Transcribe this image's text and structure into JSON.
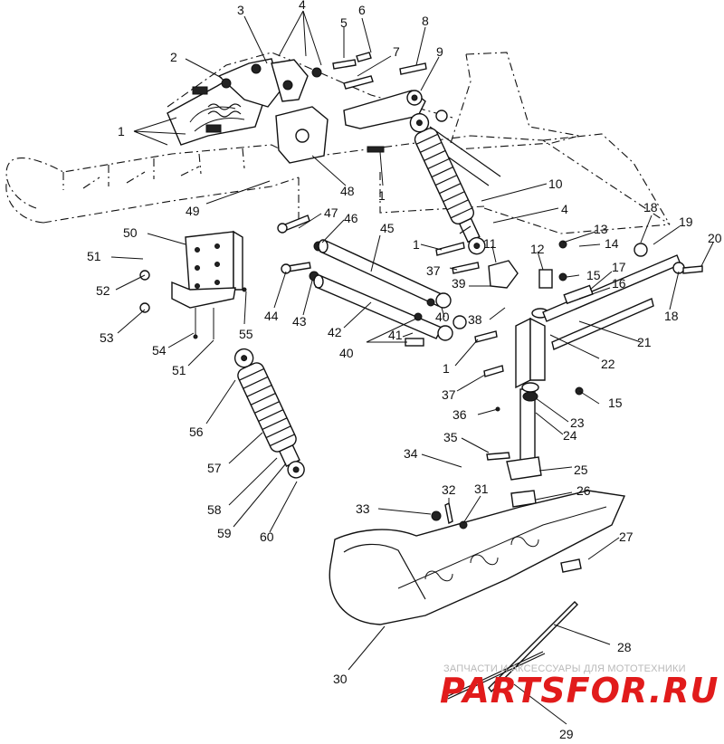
{
  "labels": [
    {
      "id": "1a",
      "text": "1"
    },
    {
      "id": "2",
      "text": "2"
    },
    {
      "id": "3",
      "text": "3"
    },
    {
      "id": "4a",
      "text": "4"
    },
    {
      "id": "5",
      "text": "5"
    },
    {
      "id": "6",
      "text": "6"
    },
    {
      "id": "7",
      "text": "7"
    },
    {
      "id": "8",
      "text": "8"
    },
    {
      "id": "9",
      "text": "9"
    },
    {
      "id": "48",
      "text": "48"
    },
    {
      "id": "1b",
      "text": "1"
    },
    {
      "id": "49",
      "text": "49"
    },
    {
      "id": "10",
      "text": "10"
    },
    {
      "id": "4b",
      "text": "4"
    },
    {
      "id": "1c",
      "text": "1"
    },
    {
      "id": "13",
      "text": "13"
    },
    {
      "id": "14",
      "text": "14"
    },
    {
      "id": "18a",
      "text": "18"
    },
    {
      "id": "19",
      "text": "19"
    },
    {
      "id": "20",
      "text": "20"
    },
    {
      "id": "11",
      "text": "11"
    },
    {
      "id": "12",
      "text": "12"
    },
    {
      "id": "15a",
      "text": "15"
    },
    {
      "id": "17",
      "text": "17"
    },
    {
      "id": "16",
      "text": "16"
    },
    {
      "id": "18b",
      "text": "18"
    },
    {
      "id": "37a",
      "text": "37"
    },
    {
      "id": "39",
      "text": "39"
    },
    {
      "id": "38",
      "text": "38"
    },
    {
      "id": "40a",
      "text": "40"
    },
    {
      "id": "41",
      "text": "41"
    },
    {
      "id": "40b",
      "text": "40"
    },
    {
      "id": "21",
      "text": "21"
    },
    {
      "id": "22",
      "text": "22"
    },
    {
      "id": "1d",
      "text": "1"
    },
    {
      "id": "37b",
      "text": "37"
    },
    {
      "id": "15b",
      "text": "15"
    },
    {
      "id": "36",
      "text": "36"
    },
    {
      "id": "23",
      "text": "23"
    },
    {
      "id": "24",
      "text": "24"
    },
    {
      "id": "35",
      "text": "35"
    },
    {
      "id": "34",
      "text": "34"
    },
    {
      "id": "25",
      "text": "25"
    },
    {
      "id": "32",
      "text": "32"
    },
    {
      "id": "31",
      "text": "31"
    },
    {
      "id": "33",
      "text": "33"
    },
    {
      "id": "26",
      "text": "26"
    },
    {
      "id": "27",
      "text": "27"
    },
    {
      "id": "28",
      "text": "28"
    },
    {
      "id": "30",
      "text": "30"
    },
    {
      "id": "29",
      "text": "29"
    },
    {
      "id": "50",
      "text": "50"
    },
    {
      "id": "47",
      "text": "47"
    },
    {
      "id": "46",
      "text": "46"
    },
    {
      "id": "45",
      "text": "45"
    },
    {
      "id": "51a",
      "text": "51"
    },
    {
      "id": "52",
      "text": "52"
    },
    {
      "id": "53",
      "text": "53"
    },
    {
      "id": "54",
      "text": "54"
    },
    {
      "id": "55",
      "text": "55"
    },
    {
      "id": "51b",
      "text": "51"
    },
    {
      "id": "44",
      "text": "44"
    },
    {
      "id": "43",
      "text": "43"
    },
    {
      "id": "42",
      "text": "42"
    },
    {
      "id": "56",
      "text": "56"
    },
    {
      "id": "57",
      "text": "57"
    },
    {
      "id": "58",
      "text": "58"
    },
    {
      "id": "59",
      "text": "59"
    },
    {
      "id": "60",
      "text": "60"
    }
  ],
  "watermark": {
    "caption": "ЗАПЧАСТИ И АКСЕССУАРЫ ДЛЯ МОТОТЕХНИКИ",
    "brand": "PARTSFOR.RU",
    "color": "#e11b1b"
  }
}
